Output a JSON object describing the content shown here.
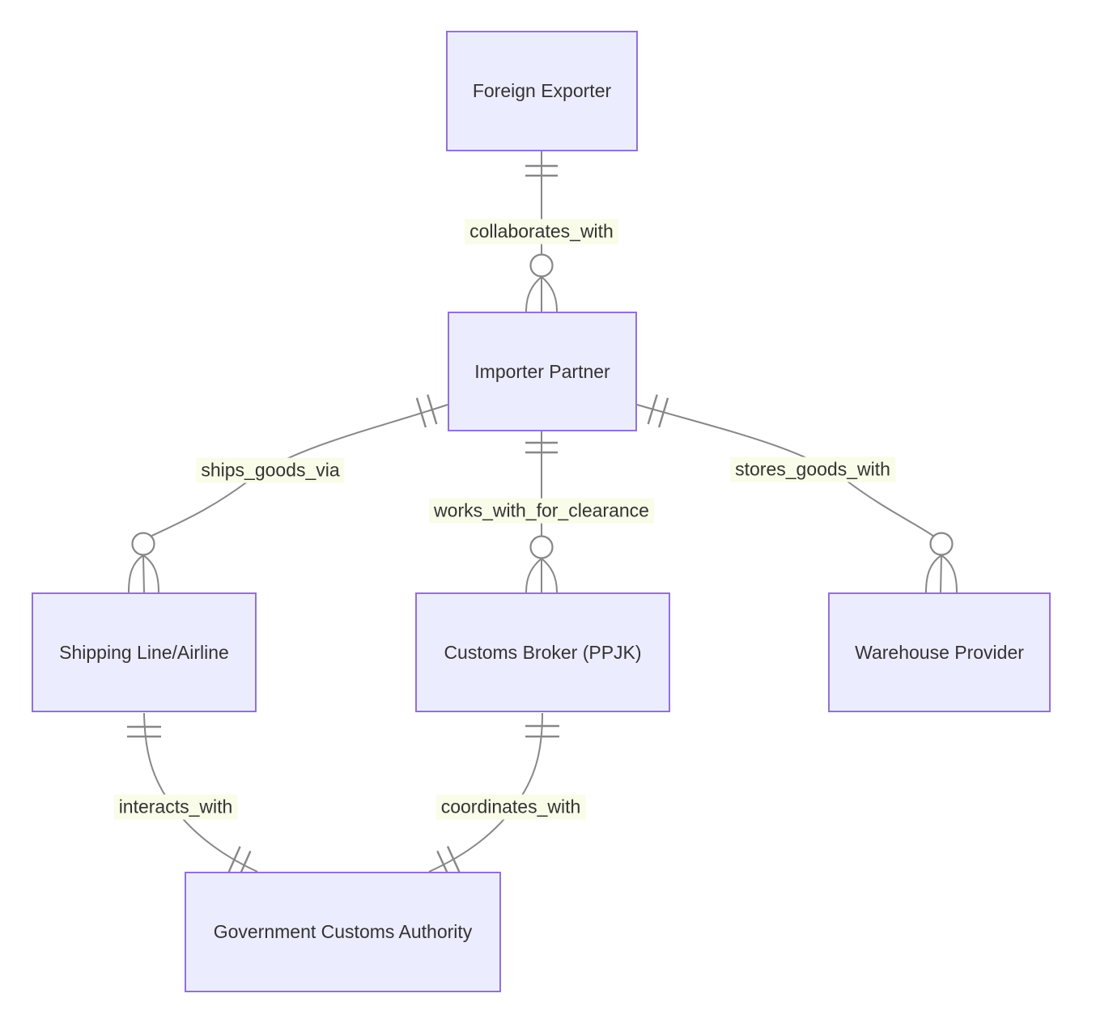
{
  "diagram": {
    "kind": "entity-relationship-diagram",
    "background_color": "#ffffff",
    "entity_fill_color": "#ECECFF",
    "entity_border_color": "#9370DB",
    "entity_text_color": "#333333",
    "edge_color": "#878787",
    "relationship_label_background": "#f9fce8",
    "relationship_label_text_color": "#333333"
  },
  "entities": [
    {
      "id": "foreign-exporter",
      "label": "Foreign Exporter"
    },
    {
      "id": "importer-partner",
      "label": "Importer Partner"
    },
    {
      "id": "shipping-line-airline",
      "label": "Shipping Line/Airline"
    },
    {
      "id": "customs-broker-ppjk",
      "label": "Customs Broker (PPJK)"
    },
    {
      "id": "warehouse-provider",
      "label": "Warehouse Provider"
    },
    {
      "id": "government-customs-authority",
      "label": "Government Customs Authority"
    }
  ],
  "relationships": [
    {
      "from": "Foreign Exporter",
      "to": "Importer Partner",
      "label": "collaborates_with",
      "from_cardinality": "exactly-one",
      "to_cardinality": "zero-or-many"
    },
    {
      "from": "Importer Partner",
      "to": "Shipping Line/Airline",
      "label": "ships_goods_via",
      "from_cardinality": "exactly-one",
      "to_cardinality": "zero-or-many"
    },
    {
      "from": "Importer Partner",
      "to": "Customs Broker (PPJK)",
      "label": "works_with_for_clearance",
      "from_cardinality": "exactly-one",
      "to_cardinality": "zero-or-many"
    },
    {
      "from": "Importer Partner",
      "to": "Warehouse Provider",
      "label": "stores_goods_with",
      "from_cardinality": "exactly-one",
      "to_cardinality": "zero-or-many"
    },
    {
      "from": "Shipping Line/Airline",
      "to": "Government Customs Authority",
      "label": "interacts_with",
      "from_cardinality": "exactly-one",
      "to_cardinality": "exactly-one"
    },
    {
      "from": "Customs Broker (PPJK)",
      "to": "Government Customs Authority",
      "label": "coordinates_with",
      "from_cardinality": "exactly-one",
      "to_cardinality": "exactly-one"
    }
  ]
}
